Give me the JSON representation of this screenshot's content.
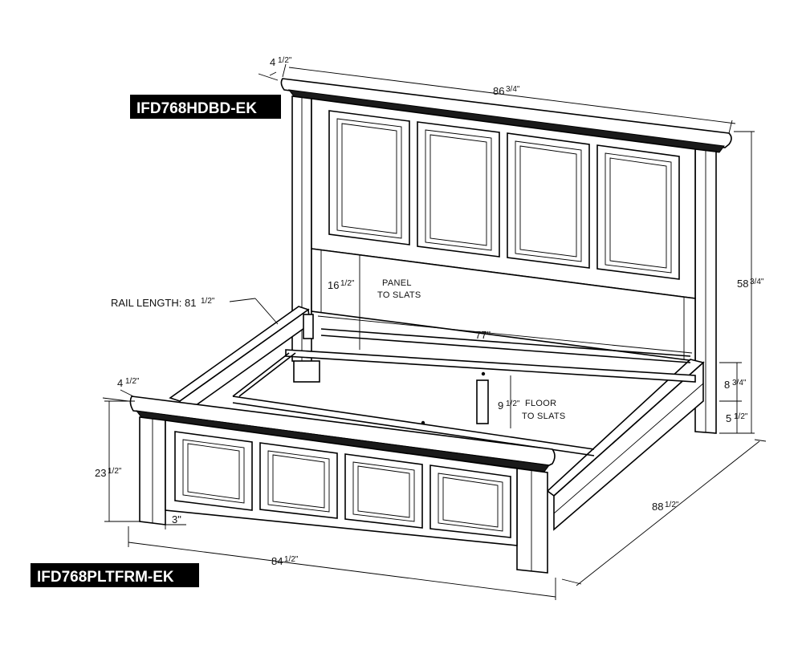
{
  "labels": {
    "headboard_model": "IFD768HDBD-EK",
    "platform_model": "IFD768PLTFRM-EK",
    "rail_length": "RAIL LENGTH: 81",
    "panel_note_1": "PANEL",
    "panel_note_2": "TO SLATS",
    "floor_note_1": "FLOOR",
    "floor_note_2": "TO SLATS"
  },
  "dimensions": {
    "hb_top_depth": "4",
    "hb_width": "86",
    "hb_height": "58",
    "panel_to_slats": "16",
    "rail_length_frac": "1/2\"",
    "inner_width": "77\"",
    "rail_height": "8",
    "leg_clear": "5",
    "fb_top_depth": "4",
    "fb_height": "23",
    "floor_to_slats": "9",
    "fb_leg": "3\"",
    "overall_width": "84",
    "overall_length": "88"
  },
  "fractions": {
    "half": "1/2\"",
    "three_quarter": "3/4\""
  },
  "colors": {
    "line": "#000000",
    "label_bg": "#000000",
    "label_fg": "#ffffff"
  }
}
